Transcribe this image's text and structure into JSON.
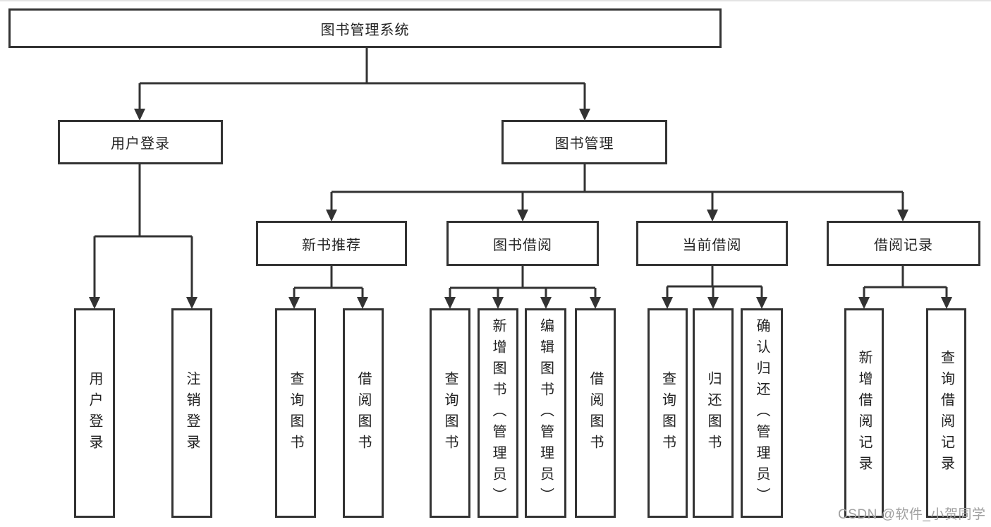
{
  "diagram": {
    "root": {
      "label": "图书管理系统"
    },
    "level2": [
      {
        "id": "user-login",
        "label": "用户登录"
      },
      {
        "id": "book-management",
        "label": "图书管理"
      }
    ],
    "level3": [
      {
        "id": "new-book-recommendation",
        "label": "新书推荐"
      },
      {
        "id": "book-borrowing",
        "label": "图书借阅"
      },
      {
        "id": "current-borrowing",
        "label": "当前借阅"
      },
      {
        "id": "borrowing-records",
        "label": "借阅记录"
      }
    ],
    "leaves": [
      {
        "id": "user-login-leaf",
        "label": "用户登录"
      },
      {
        "id": "logout",
        "label": "注销登录"
      },
      {
        "id": "query-books-under-new-book",
        "label": "查询图书"
      },
      {
        "id": "borrow-books-under-new-book",
        "label": "借阅图书"
      },
      {
        "id": "query-books-under-borrowing",
        "label": "查询图书"
      },
      {
        "id": "add-books-admin",
        "label": "新增图书（管理员）"
      },
      {
        "id": "edit-books-admin",
        "label": "编辑图书（管理员）"
      },
      {
        "id": "borrow-books-under-borrowing",
        "label": "借阅图书"
      },
      {
        "id": "query-books-under-current",
        "label": "查询图书"
      },
      {
        "id": "return-books",
        "label": "归还图书"
      },
      {
        "id": "confirm-return-admin",
        "label": "确认归还（管理员）"
      },
      {
        "id": "add-borrowing-record",
        "label": "新增借阅记录"
      },
      {
        "id": "query-borrowing-record",
        "label": "查询借阅记录"
      }
    ]
  },
  "watermark": {
    "text": "CSDN @软件_小贺同学"
  },
  "colors": {
    "line": "#333333",
    "box_border": "#333333",
    "box_background": "#ffffff",
    "text": "#222222",
    "watermark": "#a0a0a0",
    "page_background": "#ffffff",
    "top_rule": "#e3e3e3"
  }
}
